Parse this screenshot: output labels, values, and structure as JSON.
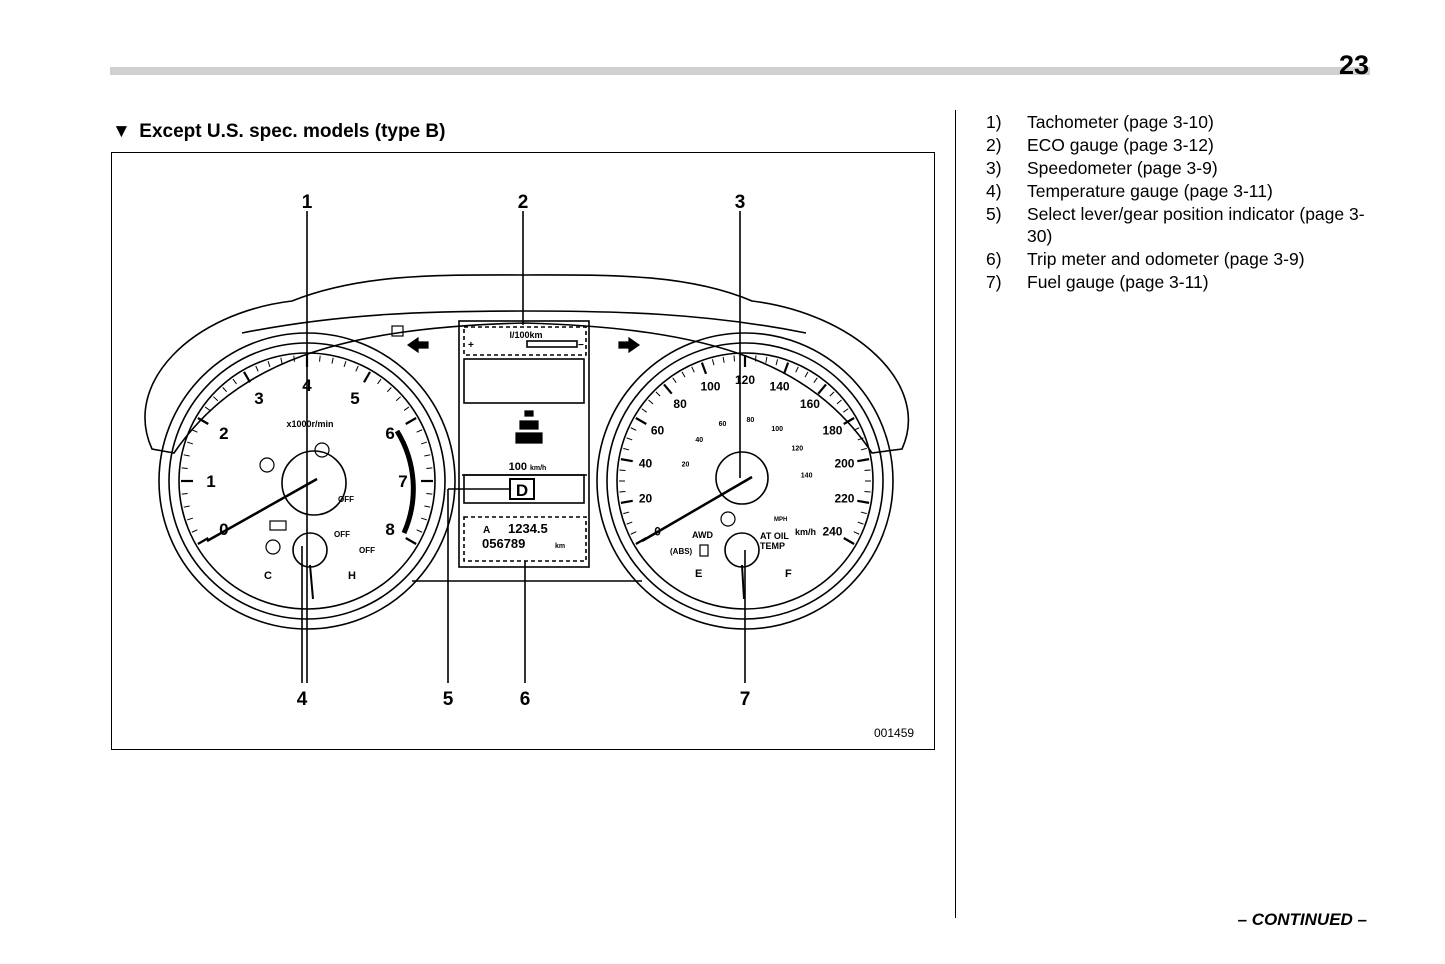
{
  "page": {
    "number": "23",
    "continued": "– CONTINUED –"
  },
  "section": {
    "marker": "▼",
    "heading": "Except U.S. spec. models (type B)"
  },
  "figure": {
    "id": "001459",
    "callouts": [
      "1",
      "2",
      "3",
      "4",
      "5",
      "6",
      "7"
    ],
    "tachometer": {
      "ticks": [
        "0",
        "1",
        "2",
        "3",
        "4",
        "5",
        "6",
        "7",
        "8"
      ],
      "unit": "x1000r/min",
      "temp_low": "C",
      "temp_high": "H"
    },
    "speedometer": {
      "mph_ticks": [
        "0",
        "20",
        "40",
        "60",
        "80",
        "100",
        "120",
        "140",
        "160",
        "180",
        "200",
        "220",
        "240"
      ],
      "kmh_ticks": [
        "20",
        "40",
        "60",
        "80",
        "100",
        "120",
        "140"
      ],
      "unit_small": "MPH",
      "unit": "km/h",
      "awd_label": "AWD",
      "abs_label": "(ABS)",
      "oil_temp_label_1": "AT OIL",
      "oil_temp_label_2": "TEMP",
      "fuel_empty": "E",
      "fuel_full": "F"
    },
    "center_display": {
      "eco_unit": "l/100km",
      "eco_plus": "+",
      "eco_minus": "−",
      "speed_value": "100",
      "speed_unit": "km/h",
      "gear": "D",
      "trip_label": "A",
      "trip_value": "1234.5",
      "odo_value": "056789",
      "odo_unit": "km"
    },
    "indicator_off_labels": [
      "OFF",
      "OFF",
      "OFF"
    ]
  },
  "legend": [
    {
      "num": "1)",
      "text": "Tachometer (page 3-10)"
    },
    {
      "num": "2)",
      "text": "ECO gauge (page 3-12)"
    },
    {
      "num": "3)",
      "text": "Speedometer (page 3-9)"
    },
    {
      "num": "4)",
      "text": "Temperature gauge (page 3-11)"
    },
    {
      "num": "5)",
      "text": "Select lever/gear position indicator (page 3-30)"
    },
    {
      "num": "6)",
      "text": "Trip meter and odometer (page 3-9)"
    },
    {
      "num": "7)",
      "text": "Fuel gauge (page 3-11)"
    }
  ]
}
